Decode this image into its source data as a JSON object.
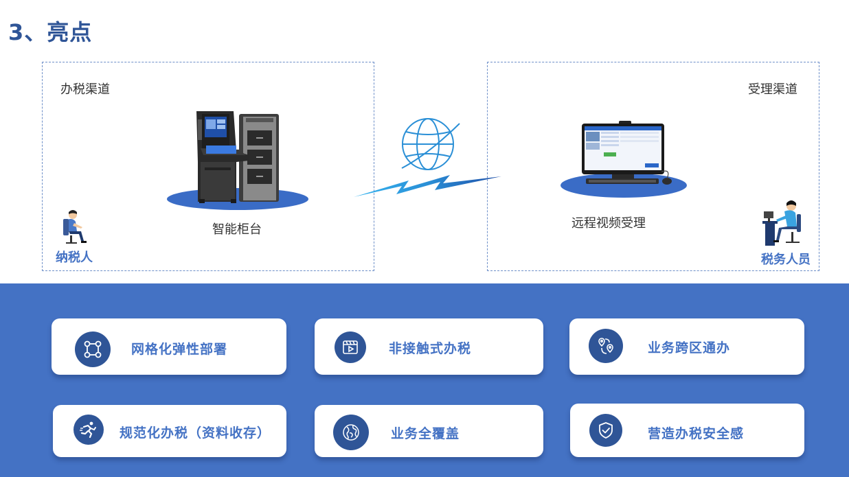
{
  "header": {
    "title": "3、亮点"
  },
  "left_panel": {
    "label": "办税渠道",
    "device_caption": "智能柜台",
    "role": "纳税人"
  },
  "right_panel": {
    "label": "受理渠道",
    "device_caption": "远程视频受理",
    "role": "税务人员"
  },
  "colors": {
    "accent": "#4472c4",
    "dark_blue": "#2f5597",
    "band": "#4472c4",
    "text": "#333333"
  },
  "features": [
    {
      "label": "网格化弹性部署",
      "icon": "network-nodes-icon"
    },
    {
      "label": "非接触式办税",
      "icon": "video-play-icon"
    },
    {
      "label": "业务跨区通办",
      "icon": "location-route-icon"
    },
    {
      "label": "规范化办税（资料收存）",
      "icon": "running-person-icon"
    },
    {
      "label": "业务全覆盖",
      "icon": "globe-icon"
    },
    {
      "label": "营造办税安全感",
      "icon": "shield-check-icon"
    }
  ]
}
